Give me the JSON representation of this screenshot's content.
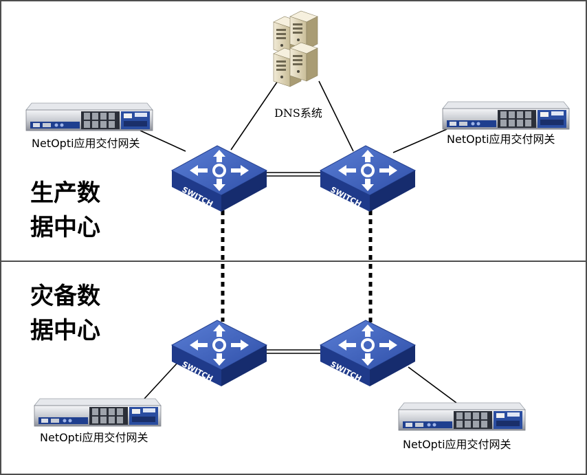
{
  "zones": {
    "production": {
      "line1": "生产数",
      "line2": "据中心"
    },
    "disaster_recovery": {
      "line1": "灾备数",
      "line2": "据中心"
    }
  },
  "dns": {
    "label": "DNS系统",
    "icon": "server-icon"
  },
  "switch_label": "SWITCH",
  "devices": {
    "prod_left": "NetOpti应用交付网关",
    "prod_right": "NetOpti应用交付网关",
    "dr_left": "NetOpti应用交付网关",
    "dr_right": "NetOpti应用交付网关"
  },
  "colors": {
    "switch_top": "#3a5bb8",
    "switch_side": "#1f3a8a",
    "border": "#4d4d4d",
    "appliance_panel": "#2a4da0"
  }
}
